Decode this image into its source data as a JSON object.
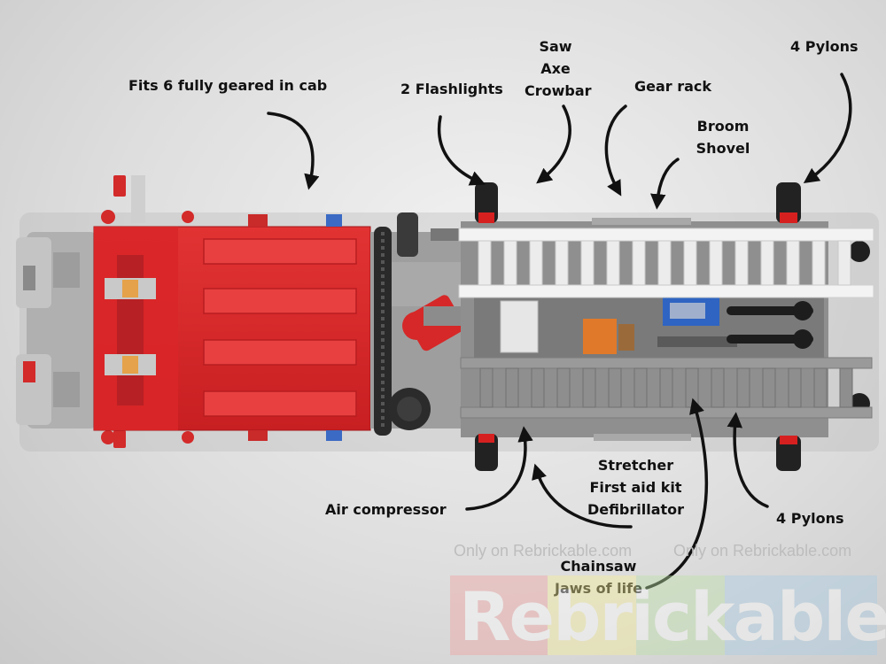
{
  "labels": {
    "cab": "Fits 6 fully geared in cab",
    "flashlights": "2 Flashlights",
    "saw": "Saw",
    "axe": "Axe",
    "crowbar": "Crowbar",
    "gear_rack": "Gear rack",
    "broom": "Broom",
    "shovel": "Shovel",
    "pylons_top": "4 Pylons",
    "air_compressor": "Air compressor",
    "stretcher": "Stretcher",
    "first_aid": "First aid kit",
    "defibrillator": "Defibrillator",
    "chainsaw": "Chainsaw",
    "jaws": "Jaws of life",
    "pylons_bottom": "4 Pylons"
  },
  "watermark": {
    "line1": "Only on Rebrickable.com",
    "line2": "Only on Rebrickable.com",
    "logo": "Rebrickable"
  },
  "colors": {
    "cab_red": "#d9272a",
    "ladder_white": "#f2f2f2",
    "body_gray": "#9a9a9a",
    "logo_red": "#f2a2a2",
    "logo_yellow": "#f7ef9a",
    "logo_green": "#bde2a8",
    "logo_blue": "#a9cde6"
  }
}
